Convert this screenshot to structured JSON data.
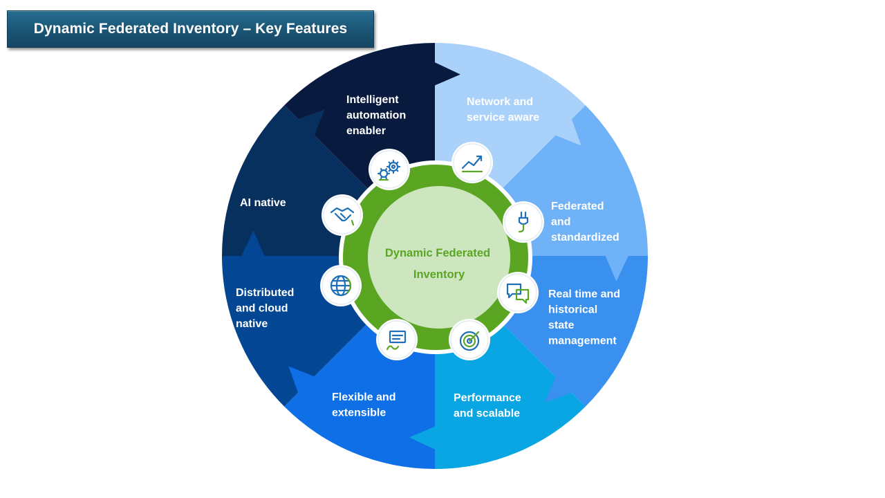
{
  "title": "Dynamic Federated Inventory – Key Features",
  "center": {
    "line1": "Dynamic Federated",
    "line2": "Inventory"
  },
  "segments": [
    {
      "lines": [
        "Network and",
        "service aware"
      ],
      "icon": "growth-chart-icon",
      "color": "#a9d1fa"
    },
    {
      "lines": [
        "Federated",
        "and",
        "standardized"
      ],
      "icon": "connection-plug-icon",
      "color": "#6fb2f7"
    },
    {
      "lines": [
        "Real time and",
        "historical",
        "state",
        "management"
      ],
      "icon": "chat-bubbles-icon",
      "color": "#3a90ee"
    },
    {
      "lines": [
        "Performance",
        "and scalable"
      ],
      "icon": "target-icon",
      "color": "#0aa6e3"
    },
    {
      "lines": [
        "Flexible and",
        "extensible"
      ],
      "icon": "document-edit-icon",
      "color": "#0e6fe6"
    },
    {
      "lines": [
        "Distributed",
        "and cloud",
        "native"
      ],
      "icon": "globe-icon",
      "color": "#034693"
    },
    {
      "lines": [
        "AI native"
      ],
      "icon": "handshake-icon",
      "color": "#07305f"
    },
    {
      "lines": [
        "Intelligent",
        "automation",
        "enabler"
      ],
      "icon": "gears-icon",
      "color": "#081b3f"
    }
  ],
  "colors": {
    "ring": "#5aa623",
    "center_fill": "#cde6c0",
    "center_text": "#5aa623",
    "title_bar": "#1b5474",
    "icon_stroke": "#1e6fb8",
    "icon_accent": "#5aa623"
  }
}
